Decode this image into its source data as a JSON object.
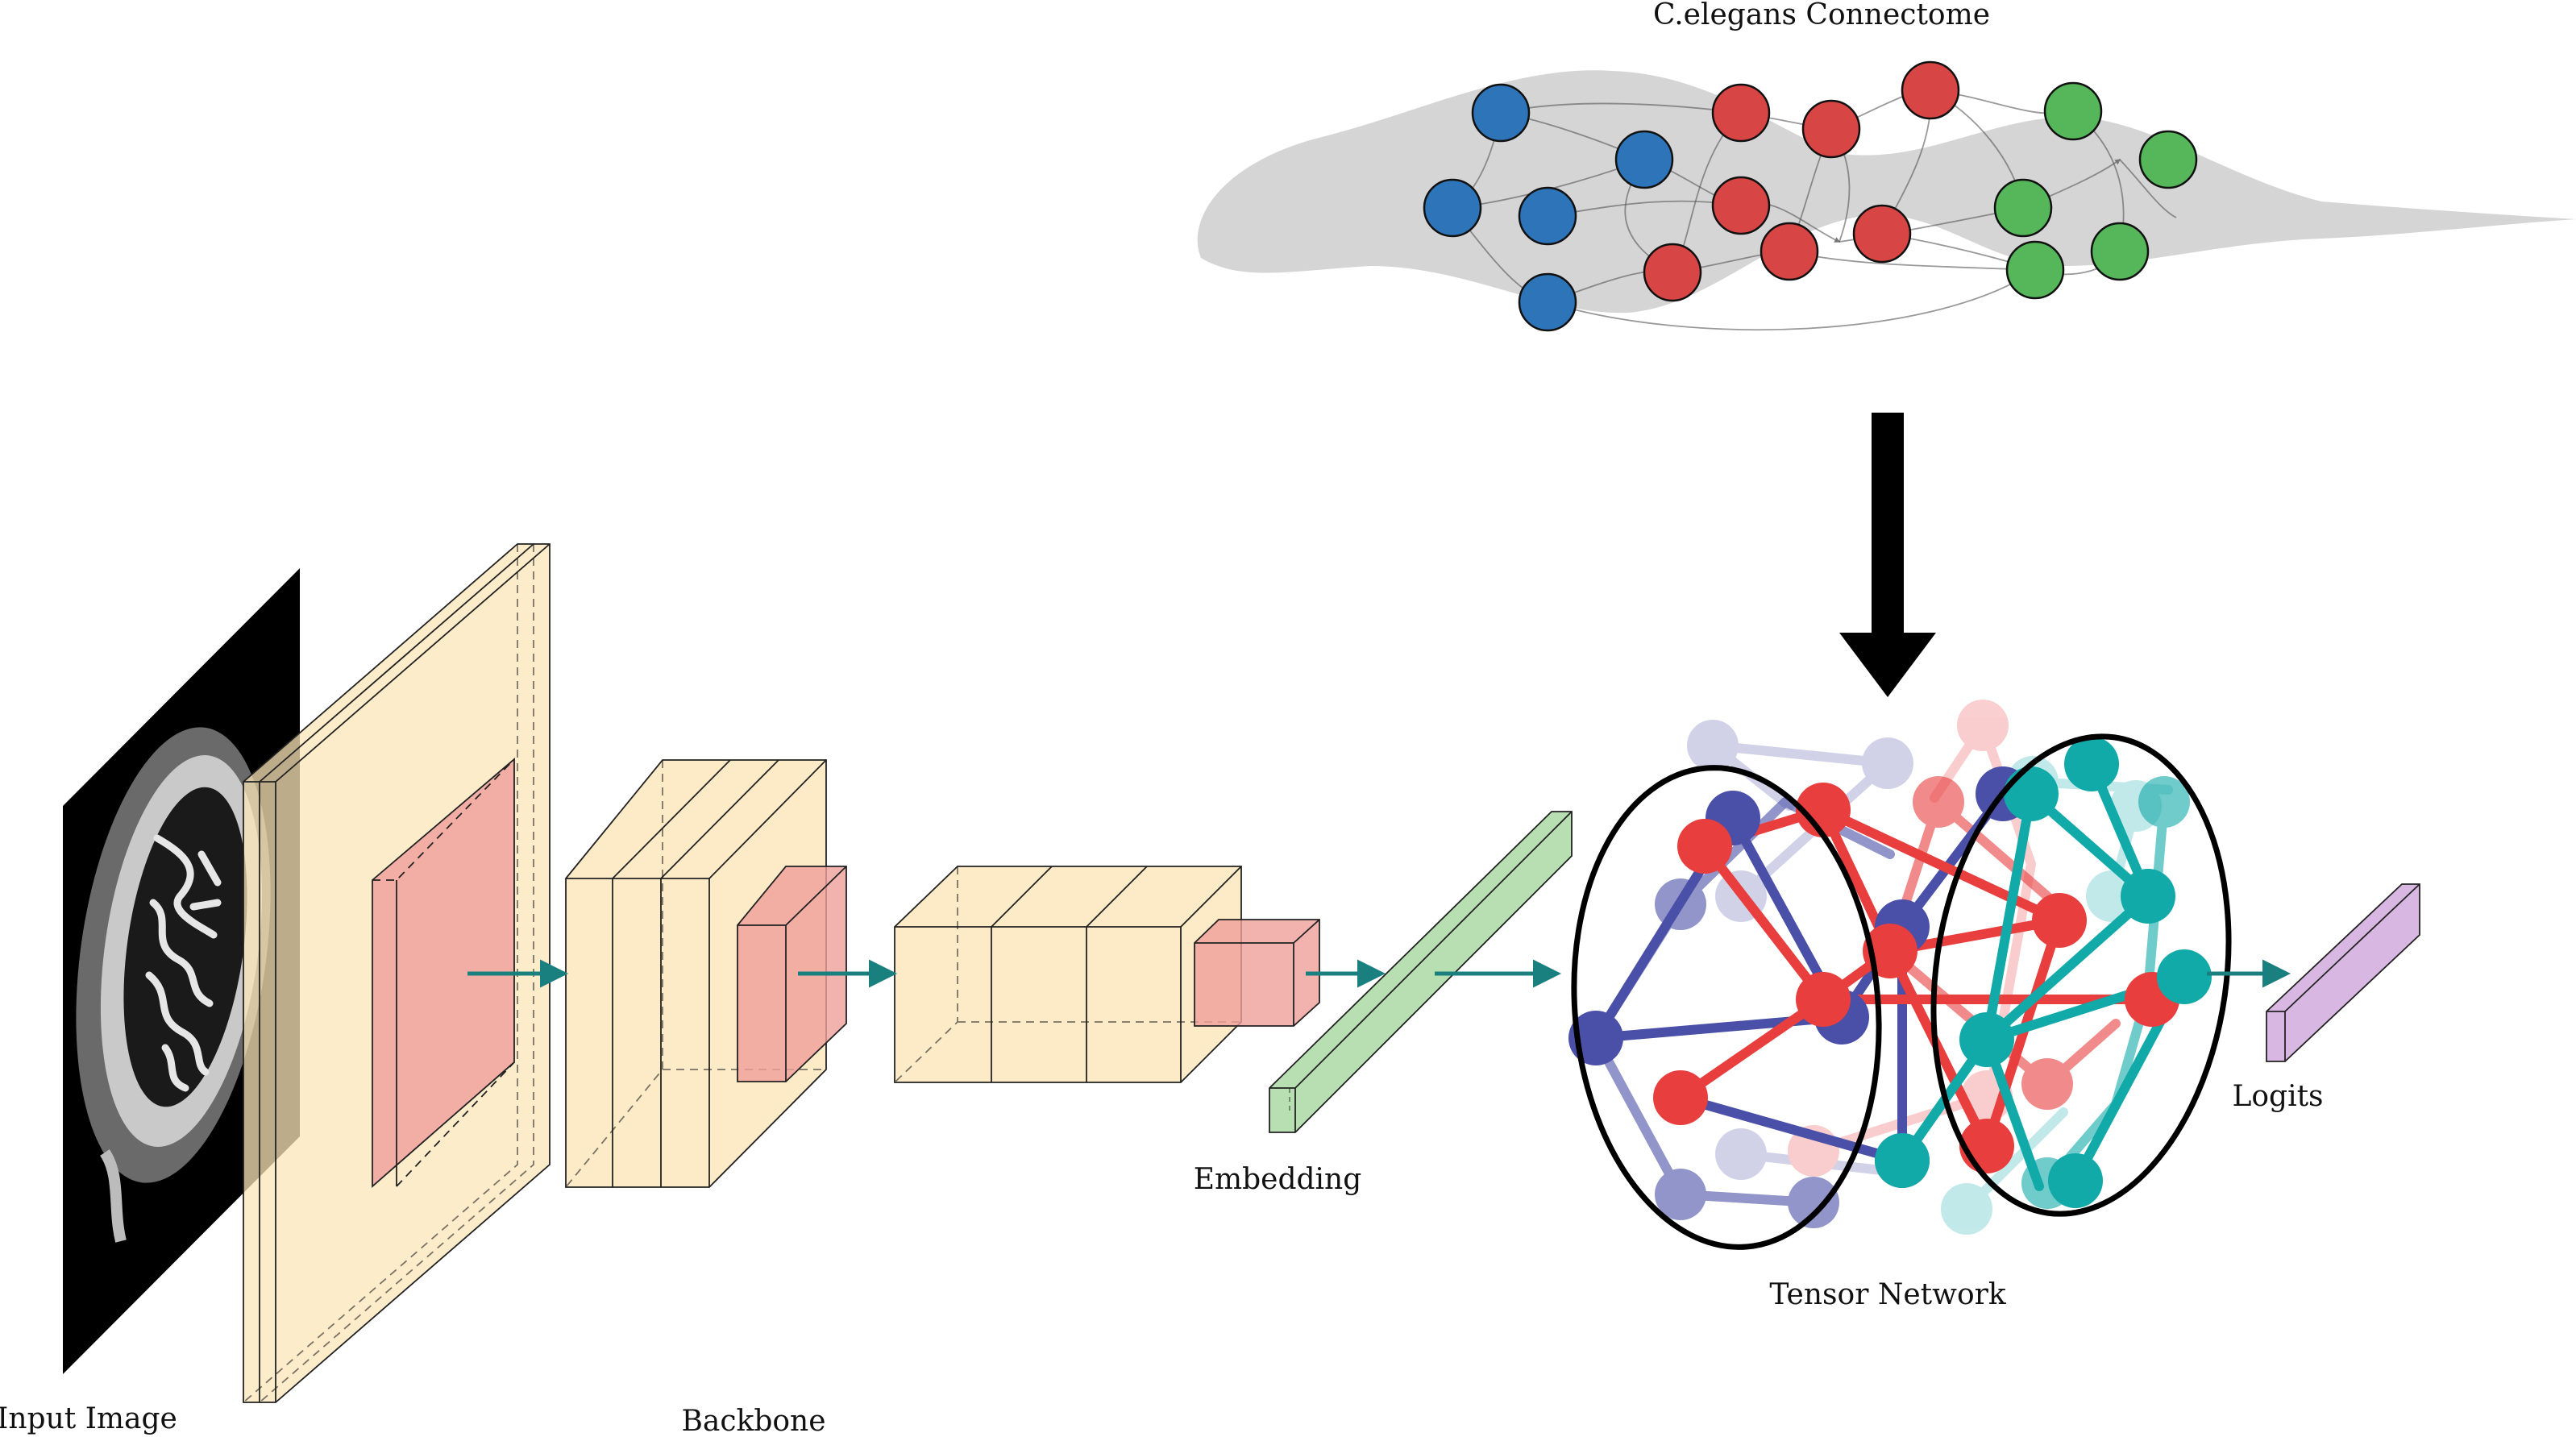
{
  "labels": {
    "connectome_title": "C.elegans Connectome",
    "input_image": "Input Image",
    "backbone": "Backbone",
    "embedding": "Embedding",
    "tensor_network": "Tensor Network",
    "logits": "Logits"
  },
  "colors": {
    "feature_map": "#fbe6b8",
    "kernel": "#ef9f9a",
    "embedding": "#b7dfb2",
    "logits": "#d8b8e2",
    "flow_arrow": "#1a7f7f",
    "neuron_sensory": "#2e74b8",
    "neuron_inter": "#d84545",
    "neuron_motor": "#55b65a",
    "tn_blue": "#4a4fa8",
    "tn_red": "#e83e3e",
    "tn_teal": "#12a9a9",
    "worm_body": "#d5d5d5"
  }
}
